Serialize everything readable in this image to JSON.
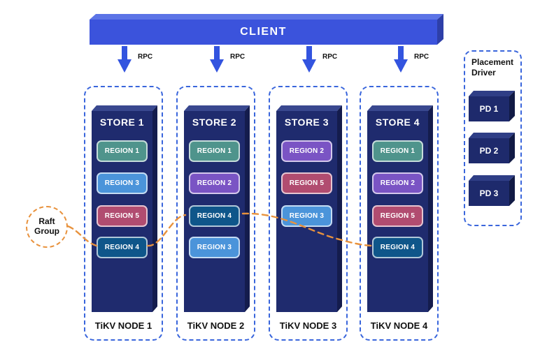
{
  "client": {
    "label": "CLIENT",
    "color": "#3b53dc"
  },
  "rpc": {
    "label": "RPC",
    "arrow_color": "#3354df"
  },
  "raft_group": {
    "label": "Raft Group",
    "accent_color": "#e8923d"
  },
  "placement_driver": {
    "title": "Placement Driver",
    "box_color": "#1e2a6c",
    "pds": [
      {
        "label": "PD 1"
      },
      {
        "label": "PD 2"
      },
      {
        "label": "PD 3"
      }
    ]
  },
  "nodes": [
    {
      "store_label": "STORE 1",
      "node_label": "TiKV NODE 1",
      "regions": [
        {
          "label": "REGION 1",
          "color": "#4f948c"
        },
        {
          "label": "REGION 3",
          "color": "#4b94da"
        },
        {
          "label": "REGION 5",
          "color": "#b14c70"
        },
        {
          "label": "REGION 4",
          "color": "#0f568a"
        }
      ]
    },
    {
      "store_label": "STORE 2",
      "node_label": "TiKV NODE 2",
      "regions": [
        {
          "label": "REGION 1",
          "color": "#4f948c"
        },
        {
          "label": "REGION 2",
          "color": "#7a54c4"
        },
        {
          "label": "REGION 4",
          "color": "#0f568a"
        },
        {
          "label": "REGION 3",
          "color": "#4b94da"
        }
      ]
    },
    {
      "store_label": "STORE 3",
      "node_label": "TiKV NODE 3",
      "regions": [
        {
          "label": "REGION 2",
          "color": "#7a54c4"
        },
        {
          "label": "REGION 5",
          "color": "#b14c70"
        },
        {
          "label": "REGION 3",
          "color": "#4b94da"
        }
      ]
    },
    {
      "store_label": "STORE 4",
      "node_label": "TiKV NODE 4",
      "regions": [
        {
          "label": "REGION 1",
          "color": "#4f948c"
        },
        {
          "label": "REGION 2",
          "color": "#7a54c4"
        },
        {
          "label": "REGION 5",
          "color": "#b14c70"
        },
        {
          "label": "REGION 4",
          "color": "#0f568a"
        }
      ]
    }
  ],
  "colors": {
    "store_face": "#1f2b6e",
    "store_top": "#39488f",
    "store_side": "#141c4d",
    "node_border": "#3a66dc",
    "background": "#ffffff"
  }
}
